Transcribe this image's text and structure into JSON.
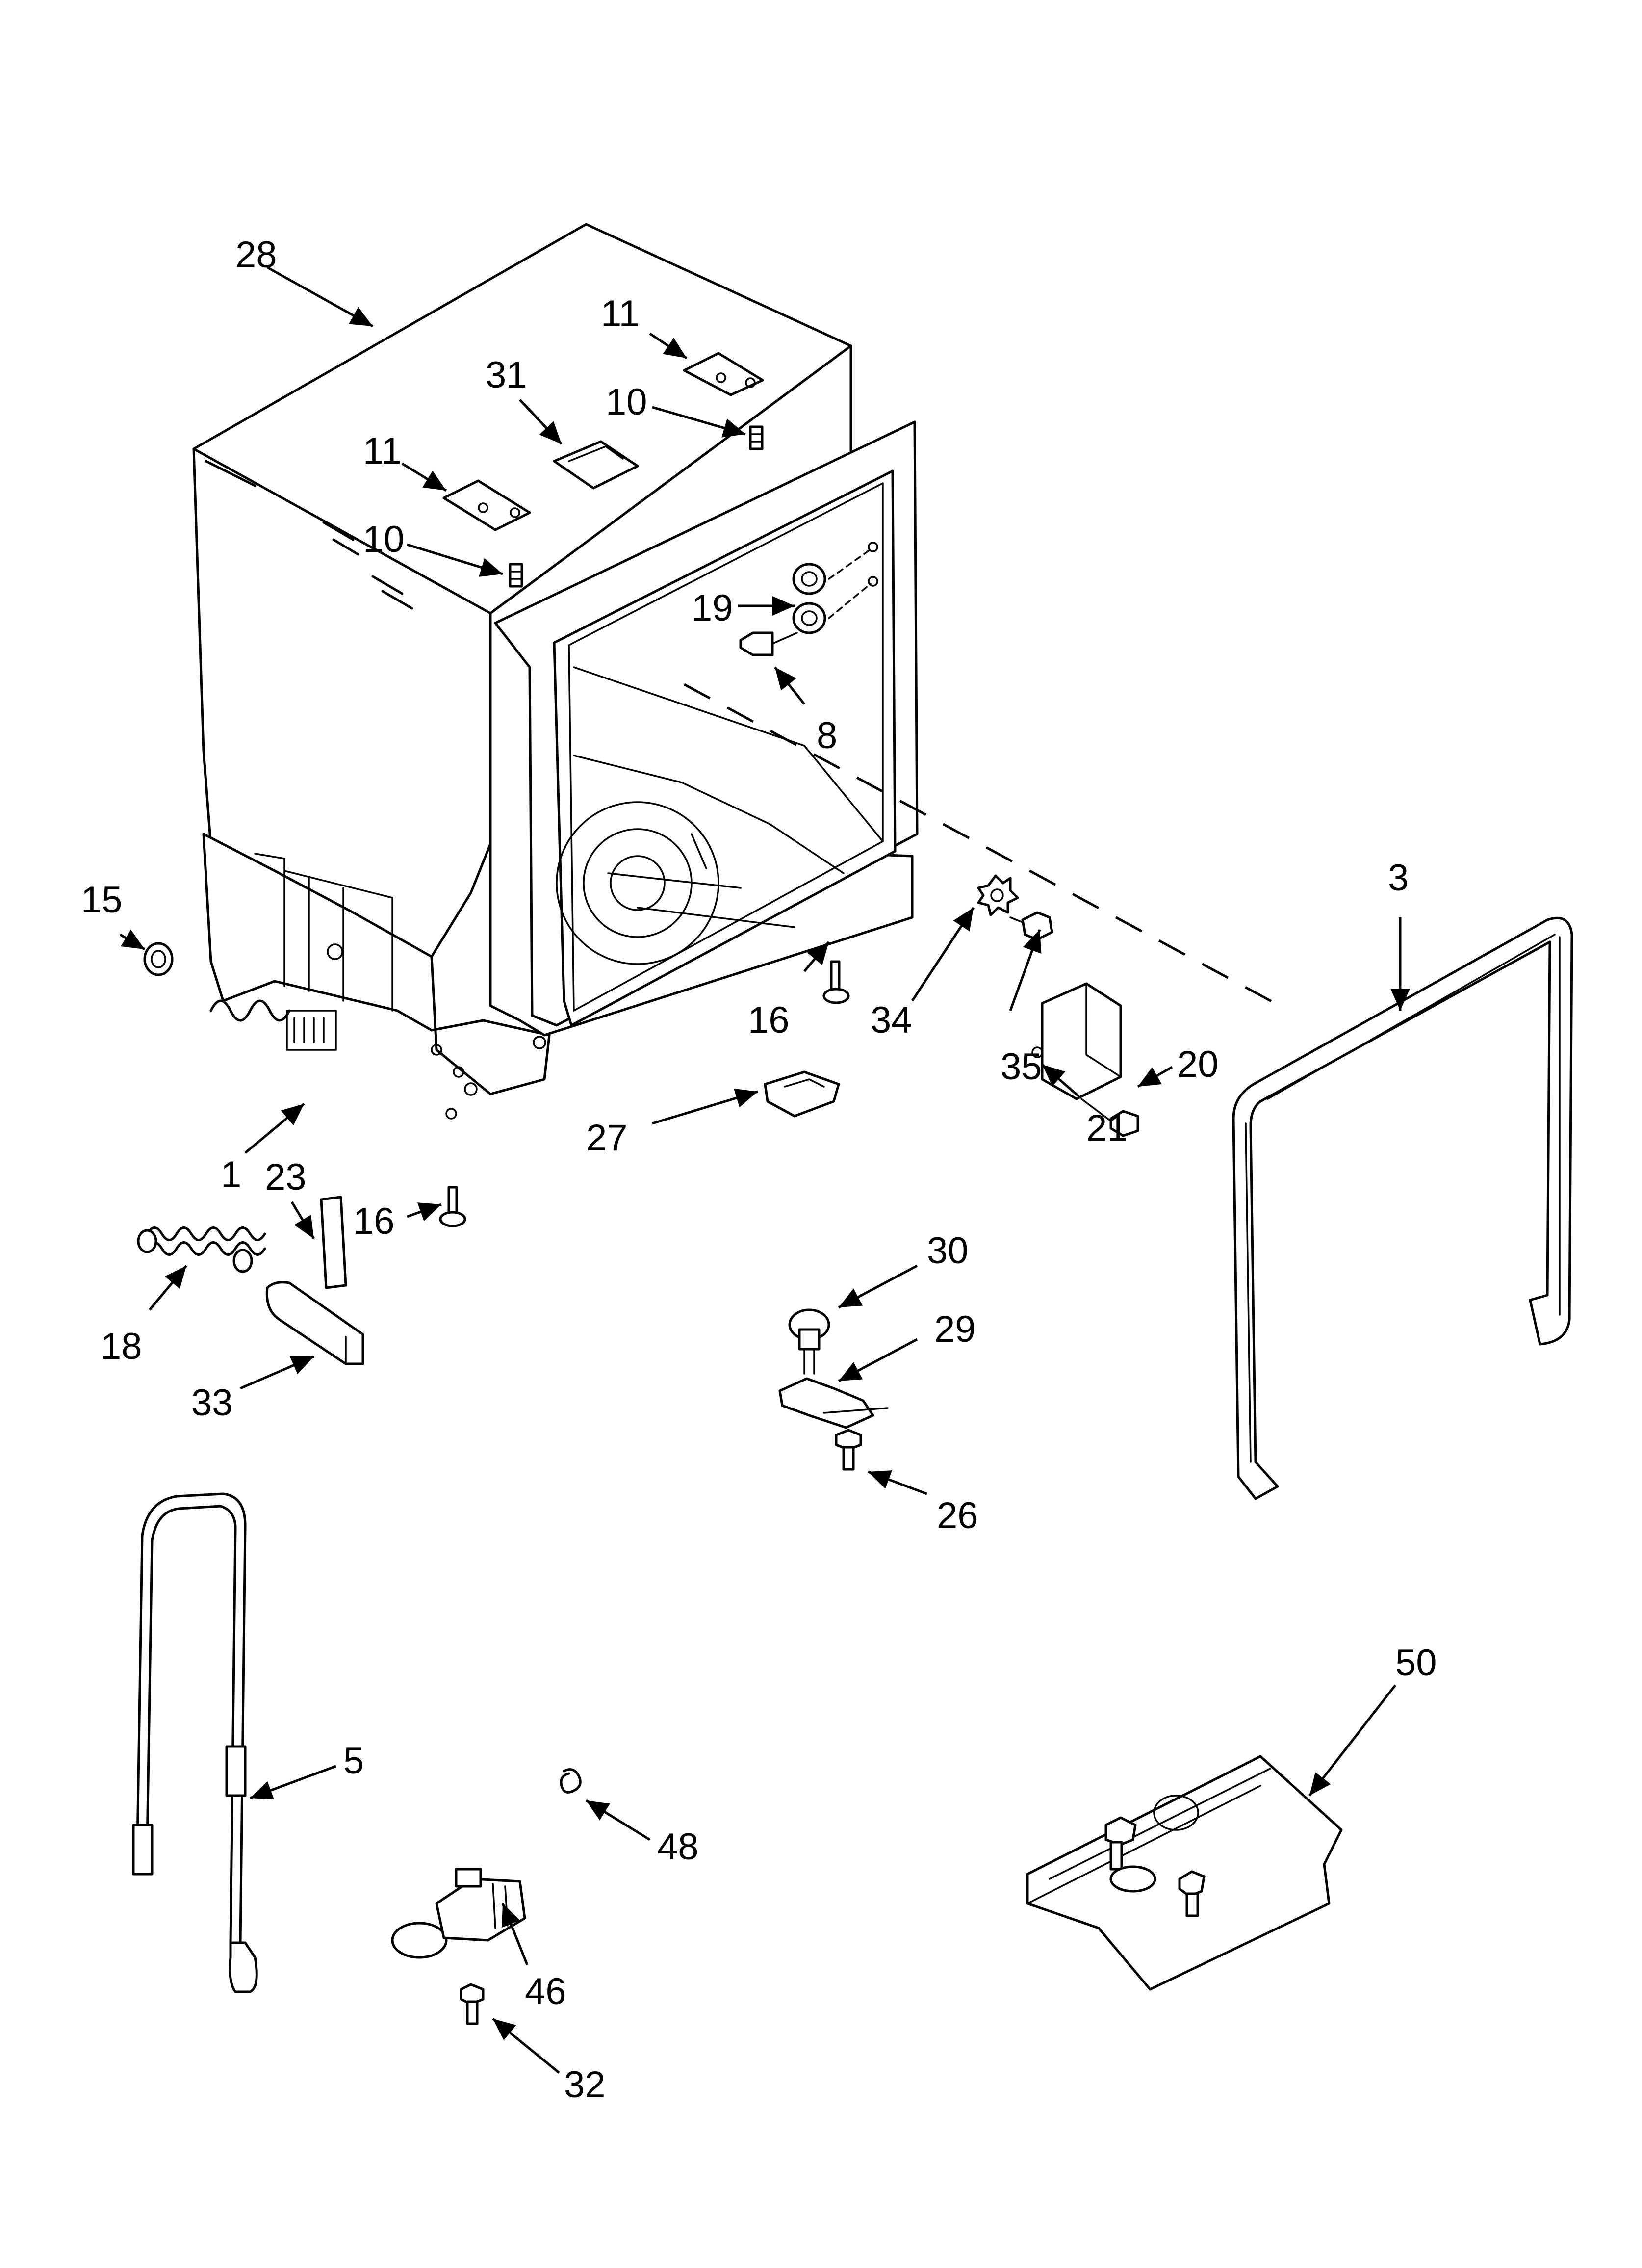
{
  "callouts": [
    {
      "id": "c28",
      "text": "28"
    },
    {
      "id": "c11a",
      "text": "11"
    },
    {
      "id": "c31",
      "text": "31"
    },
    {
      "id": "c10a",
      "text": "10"
    },
    {
      "id": "c11b",
      "text": "11"
    },
    {
      "id": "c10b",
      "text": "10"
    },
    {
      "id": "c19",
      "text": "19"
    },
    {
      "id": "c8",
      "text": "8"
    },
    {
      "id": "c15",
      "text": "15"
    },
    {
      "id": "c3",
      "text": "3"
    },
    {
      "id": "c16a",
      "text": "16"
    },
    {
      "id": "c34",
      "text": "34"
    },
    {
      "id": "c20",
      "text": "20"
    },
    {
      "id": "c35",
      "text": "35"
    },
    {
      "id": "c21",
      "text": "21"
    },
    {
      "id": "c27",
      "text": "27"
    },
    {
      "id": "c1",
      "text": "1"
    },
    {
      "id": "c23",
      "text": "23"
    },
    {
      "id": "c16b",
      "text": "16"
    },
    {
      "id": "c30",
      "text": "30"
    },
    {
      "id": "c18",
      "text": "18"
    },
    {
      "id": "c29",
      "text": "29"
    },
    {
      "id": "c33",
      "text": "33"
    },
    {
      "id": "c26",
      "text": "26"
    },
    {
      "id": "c50",
      "text": "50"
    },
    {
      "id": "c5",
      "text": "5"
    },
    {
      "id": "c48",
      "text": "48"
    },
    {
      "id": "c46",
      "text": "46"
    },
    {
      "id": "c32",
      "text": "32"
    }
  ]
}
